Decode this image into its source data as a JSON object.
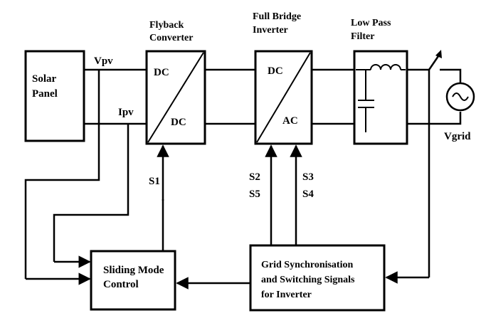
{
  "blocks": {
    "solar_panel": [
      "Solar",
      "Panel"
    ],
    "flyback": {
      "title": [
        "Flyback",
        "Converter"
      ],
      "in": "DC",
      "out": "DC"
    },
    "inverter": {
      "title": [
        "Full Bridge",
        "Inverter"
      ],
      "in": "DC",
      "out": "AC"
    },
    "filter": {
      "title": [
        "Low Pass",
        "Filter"
      ]
    },
    "sliding": [
      "Sliding Mode",
      "Control"
    ],
    "grid_sync": [
      "Grid Synchronisation",
      "and Switching Signals",
      "for Inverter"
    ]
  },
  "signals": {
    "vpv": "Vpv",
    "ipv": "Ipv",
    "s1": "S1",
    "s2": "S2",
    "s5": "S5",
    "s3": "S3",
    "s4": "S4",
    "vgrid": "Vgrid"
  }
}
